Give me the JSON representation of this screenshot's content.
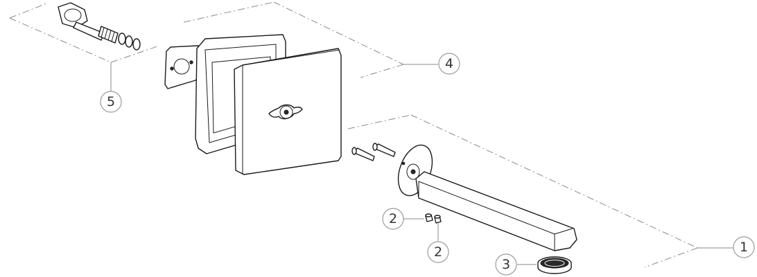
{
  "callouts": [
    {
      "id": "spout",
      "label": "1"
    },
    {
      "id": "grub-screw-a",
      "label": "2"
    },
    {
      "id": "grub-screw-b",
      "label": "2"
    },
    {
      "id": "aerator",
      "label": "3"
    },
    {
      "id": "cover-plate",
      "label": "4"
    },
    {
      "id": "cartridge-extension",
      "label": "5"
    }
  ],
  "colors": {
    "line": "#1a1a1a",
    "dash": "#8a8a8a",
    "callout_text": "#333333",
    "background": "#ffffff"
  }
}
